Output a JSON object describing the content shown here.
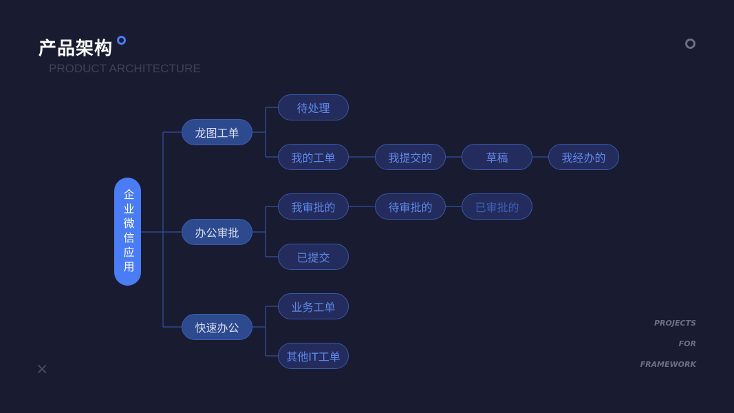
{
  "header": {
    "title": "产品架构",
    "subtitle": "PRODUCT ARCHITECTURE"
  },
  "tags": [
    "PROJECTS",
    "FOR",
    "FRAMEWORK"
  ],
  "close_icon": "×",
  "tree": {
    "root": "企业微信应用",
    "branches": [
      {
        "label": "龙图工单",
        "children": [
          "待处理",
          "我的工单"
        ],
        "chain": [
          "我提交的",
          "草稿",
          "我经办的"
        ]
      },
      {
        "label": "办公审批",
        "children": [
          "我审批的",
          "已提交"
        ],
        "chain": [
          "待审批的",
          "已审批的"
        ]
      },
      {
        "label": "快速办公",
        "children": [
          "业务工单",
          "其他IT工单"
        ]
      }
    ]
  },
  "colors": {
    "background": "#191c31",
    "accent": "#4a7cf5",
    "branch": "#2e4a8e",
    "leaf": "#232c5c",
    "leaf_text": "#5f87ea"
  }
}
